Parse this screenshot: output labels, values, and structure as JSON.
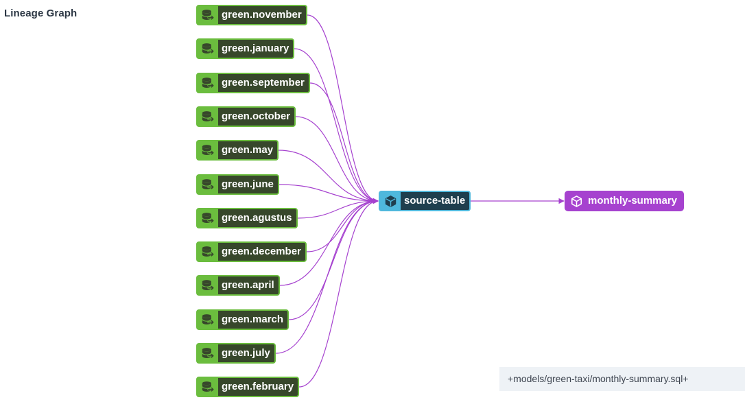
{
  "title": "Lineage Graph",
  "sources": [
    {
      "label": "green.november"
    },
    {
      "label": "green.january"
    },
    {
      "label": "green.september"
    },
    {
      "label": "green.october"
    },
    {
      "label": "green.may"
    },
    {
      "label": "green.june"
    },
    {
      "label": "green.agustus"
    },
    {
      "label": "green.december"
    },
    {
      "label": "green.april"
    },
    {
      "label": "green.march"
    },
    {
      "label": "green.july"
    },
    {
      "label": "green.february"
    }
  ],
  "middle_node": {
    "label": "source-table"
  },
  "final_node": {
    "label": "monthly-summary"
  },
  "file_path": "+models/green-taxi/monthly-summary.sql+",
  "colors": {
    "source_border": "#6bbd3e",
    "source_label_bg": "#37472b",
    "middle_border": "#4fb8dc",
    "middle_label_bg": "#1f3f4e",
    "final_bg": "#a642cf",
    "edge": "#a642cf"
  },
  "icons": {
    "source": "database-icon",
    "model": "cube-icon"
  }
}
